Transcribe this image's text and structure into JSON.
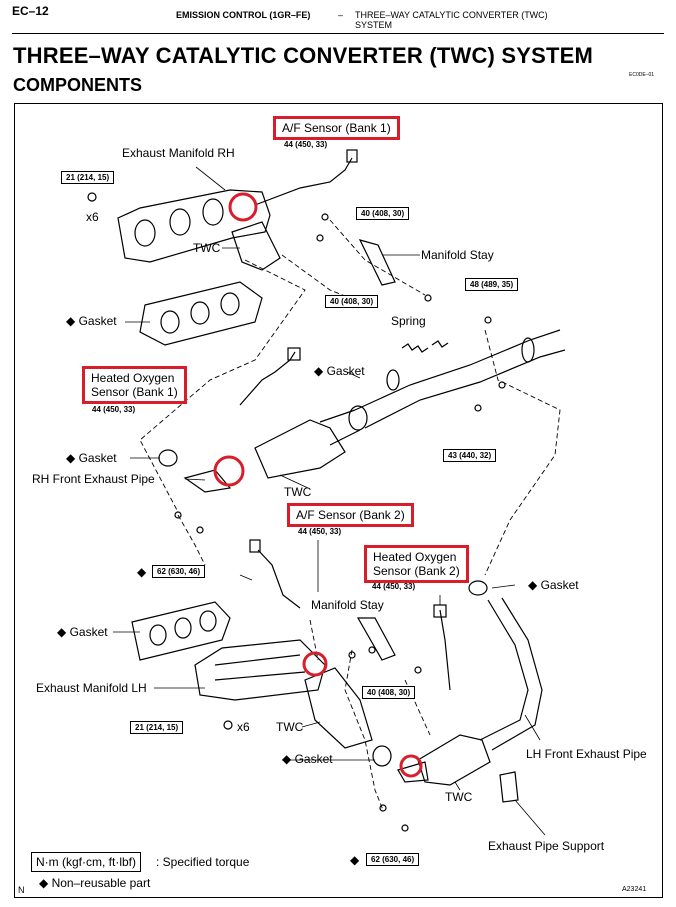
{
  "header": {
    "page": "EC–12",
    "section": "EMISSION CONTROL (1GR–FE)",
    "dash": "–",
    "subsection_line1": "THREE–WAY CATALYTIC CONVERTER (TWC)",
    "subsection_line2": "SYSTEM"
  },
  "title": "THREE–WAY CATALYTIC CONVERTER (TWC) SYSTEM",
  "subtitle": "COMPONENTS",
  "doc_code": "EC0DE–01",
  "figure_ref": "A23241",
  "north_mark": "N",
  "labels": {
    "af_bank1": "A/F Sensor (Bank 1)",
    "af_bank1_torque": "44 (450, 33)",
    "exh_manifold_rh": "Exhaust Manifold RH",
    "torque_21_top": "21 (214, 15)",
    "x6_top": "x6",
    "torque_40_a": "40 (408, 30)",
    "twc_top": "TWC",
    "manifold_stay_top": "Manifold Stay",
    "torque_40_b": "40 (408, 30)",
    "torque_48": "48 (489, 35)",
    "gasket_1": "◆ Gasket",
    "spring": "Spring",
    "ho2_bank1_line1": "Heated Oxygen",
    "ho2_bank1_line2": "Sensor (Bank 1)",
    "ho2_bank1_torque": "44 (450, 33)",
    "gasket_2": "◆ Gasket",
    "gasket_3": "◆ Gasket",
    "torque_43": "43 (440, 32)",
    "rh_front_pipe": "RH Front Exhaust Pipe",
    "twc_mid": "TWC",
    "af_bank2": "A/F Sensor (Bank 2)",
    "af_bank2_torque": "44 (450, 33)",
    "ho2_bank2_line1": "Heated Oxygen",
    "ho2_bank2_line2": "Sensor (Bank 2)",
    "ho2_bank2_torque": "44 (450, 33)",
    "torque_62_top": "62 (630, 46)",
    "gasket_4": "◆ Gasket",
    "manifold_stay_bottom": "Manifold Stay",
    "gasket_5": "◆ Gasket",
    "exh_manifold_lh": "Exhaust Manifold LH",
    "torque_40_c": "40 (408, 30)",
    "torque_21_bottom": "21 (214, 15)",
    "x6_bottom": "x6",
    "twc_bottom_left": "TWC",
    "gasket_6": "◆ Gasket",
    "lh_front_pipe": "LH Front Exhaust Pipe",
    "twc_bottom_right": "TWC",
    "exh_pipe_support": "Exhaust Pipe Support",
    "torque_62_bottom": "62 (630, 46)",
    "diamond_62_top": "◆",
    "diamond_62_bottom": "◆"
  },
  "legend": {
    "unit_box": "N·m (kgf·cm, ft·lbf)",
    "unit_text": ": Specified torque",
    "nonreusable": "◆ Non–reusable part"
  },
  "colors": {
    "highlight": "#d81e2b",
    "ink": "#000000"
  }
}
